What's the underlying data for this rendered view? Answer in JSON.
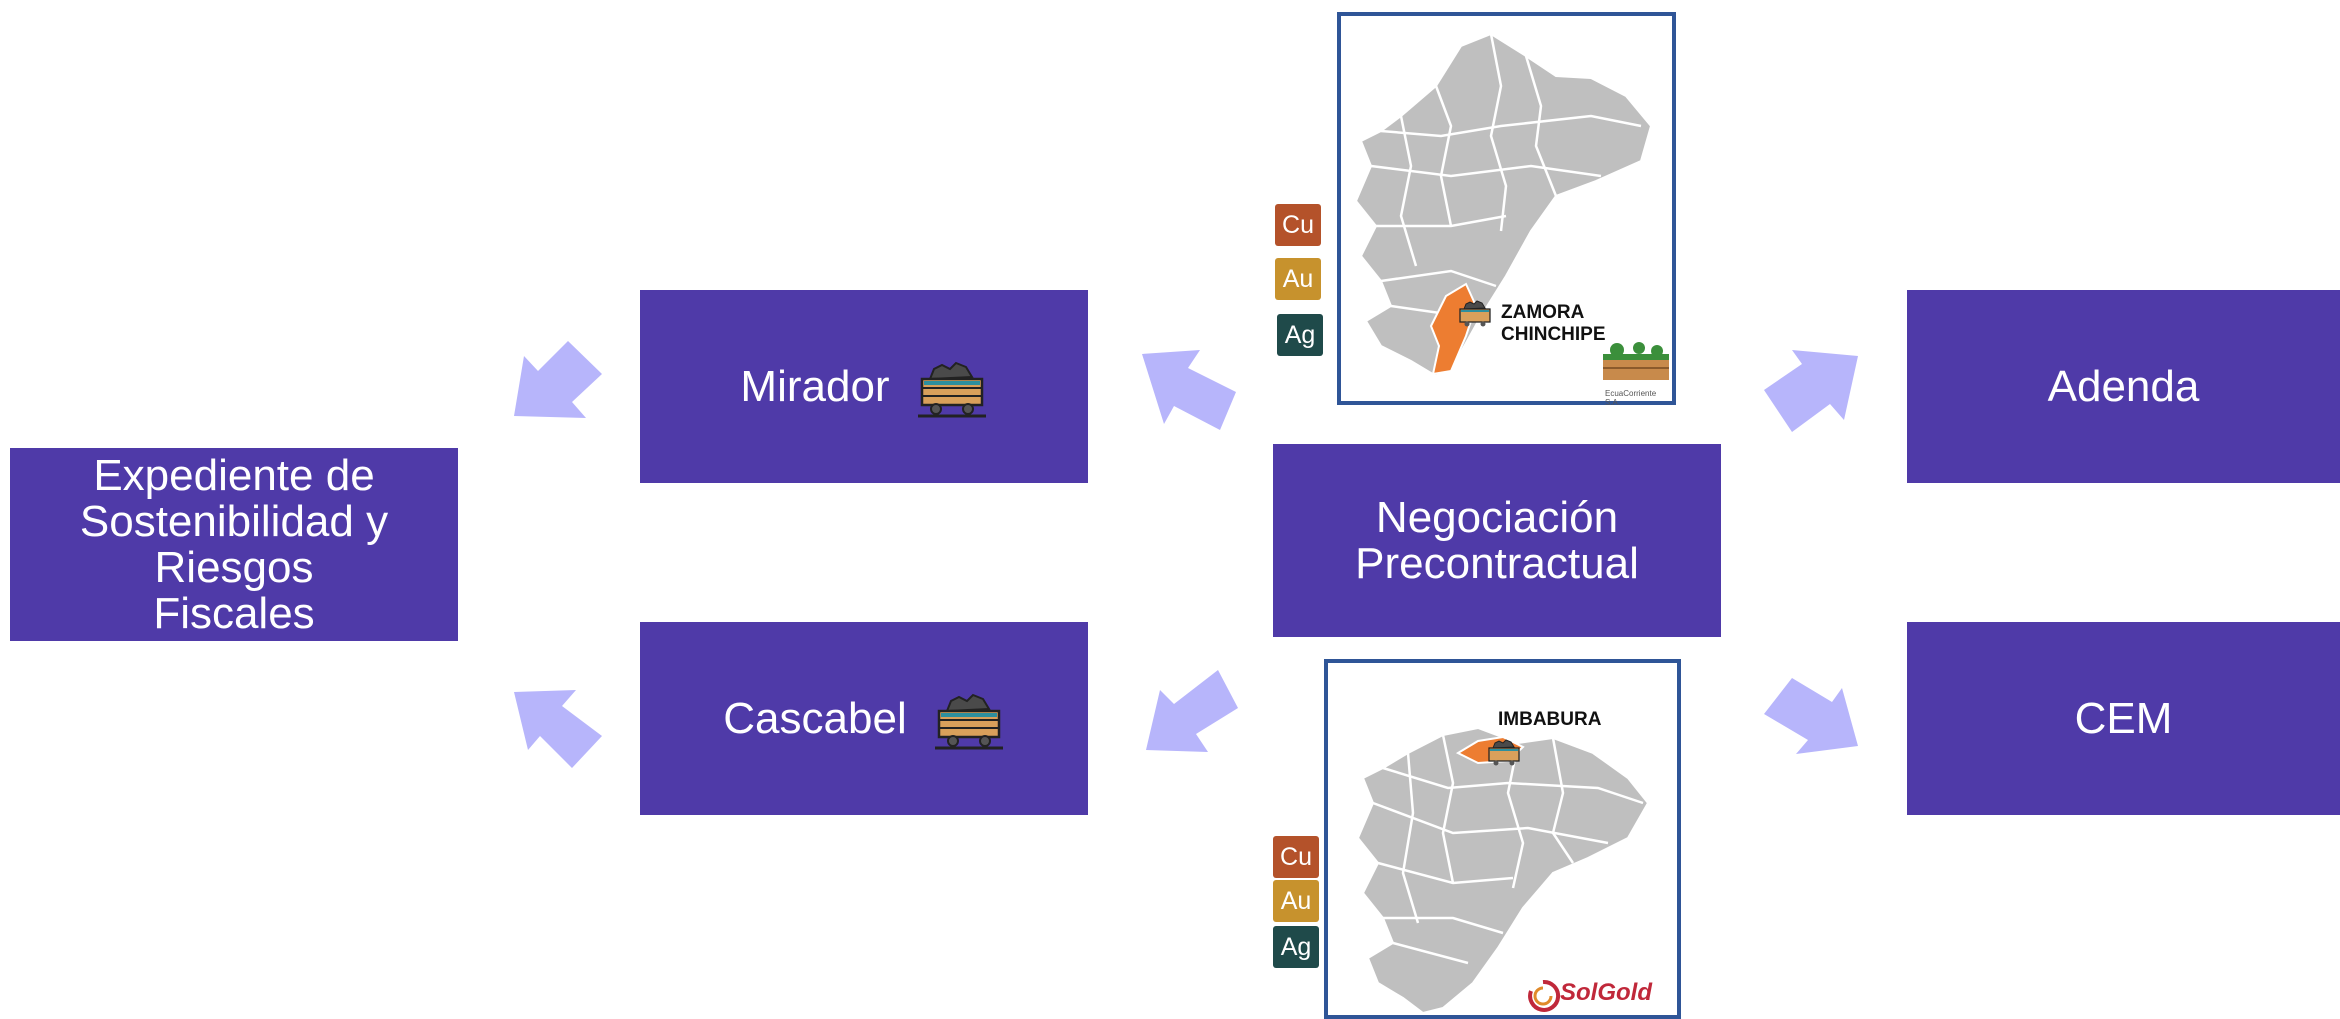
{
  "boxes": {
    "expediente": "Expediente de Sostenibilidad y Riesgos Fiscales",
    "mirador": "Mirador",
    "cascabel": "Cascabel",
    "negociacion": "Negociación Precontractual",
    "adenda": "Adenda",
    "cem": "CEM"
  },
  "top_map": {
    "region_label": "ZAMORA CHINCHIPE",
    "company": "EcuaCorriente S.A.",
    "minerals": [
      "Cu",
      "Au",
      "Ag"
    ]
  },
  "bottom_map": {
    "region_label": "IMBABURA",
    "company": "SolGold",
    "minerals": [
      "Cu",
      "Au",
      "Ag"
    ]
  },
  "colors": {
    "box_fill": "#4f3aa8",
    "arrow_fill": "#b7b5fb",
    "map_frame": "#2f5597",
    "highlight_region": "#ed7d31",
    "copper": "#b4522a",
    "gold": "#c7922d",
    "silver": "#1f4a4a"
  },
  "icons": [
    "mine-cart-icon",
    "ecuador-map-icon",
    "solgold-logo-icon",
    "ecuacorriente-logo-icon"
  ]
}
